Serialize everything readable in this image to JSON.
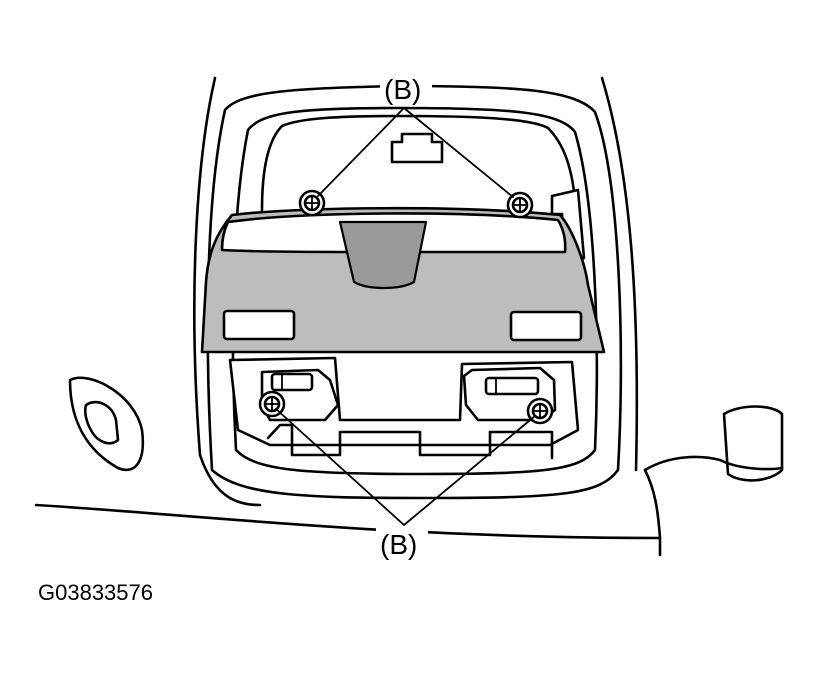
{
  "labels": {
    "callout_top": "(B)",
    "callout_bottom": "(B)",
    "figure_code": "G03833576"
  },
  "colors": {
    "line": "#000000",
    "panel_fill": "#bdbdbd",
    "background": "#ffffff"
  },
  "icons": {
    "screw": "screw-icon"
  }
}
